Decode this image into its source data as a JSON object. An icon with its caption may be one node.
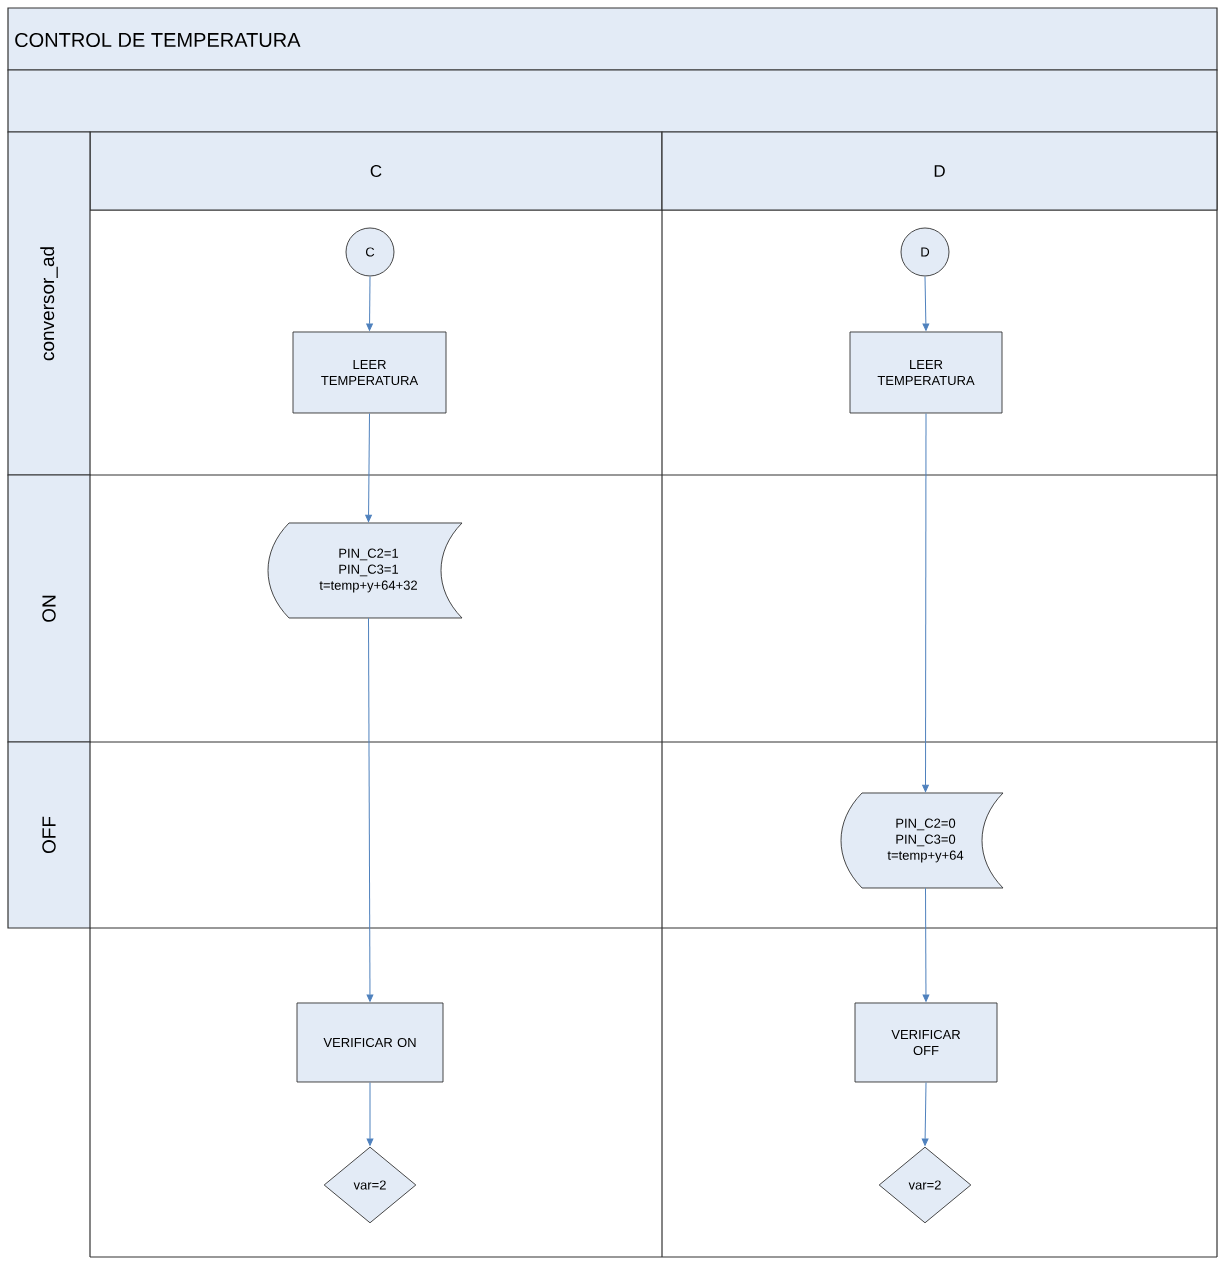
{
  "diagram": {
    "title": "CONTROL DE TEMPERATURA",
    "nodes": [
      {
        "text": [
          "C"
        ]
      },
      {
        "text": [
          "D"
        ]
      },
      {
        "text": [
          "conversor_ad"
        ]
      },
      {
        "text": [
          "ON"
        ]
      },
      {
        "text": [
          "OFF"
        ]
      },
      {
        "text": [
          "C"
        ]
      },
      {
        "text": [
          "LEER TEMPERATURA"
        ]
      },
      {
        "text": [
          "PIN_C2=1 PIN_C3=1 t=temp+y+64+32"
        ]
      },
      {
        "text": [
          "VERIFICAR ON"
        ]
      },
      {
        "text": [
          "var=2"
        ]
      },
      {
        "text": [
          "D"
        ]
      },
      {
        "text": [
          "LEER TEMPERATURA"
        ]
      },
      {
        "text": [
          "PIN_C2=0 PIN_C3=0 t=temp+y+64"
        ]
      },
      {
        "text": [
          "VERIFICAR OFF"
        ]
      },
      {
        "text": [
          "var=2"
        ]
      }
    ],
    "edges": [
      {
        "from": 5,
        "to": 6,
        "arrow": "to"
      },
      {
        "from": 6,
        "to": 7,
        "arrow": "to"
      },
      {
        "from": 7,
        "to": 8,
        "arrow": "to"
      },
      {
        "from": 8,
        "to": 9,
        "arrow": "to"
      },
      {
        "from": 10,
        "to": 11,
        "arrow": "to"
      },
      {
        "from": 11,
        "to": 12,
        "arrow": "to"
      },
      {
        "from": 12,
        "to": 13,
        "arrow": "to"
      },
      {
        "from": 13,
        "to": 14,
        "arrow": "to"
      }
    ]
  }
}
